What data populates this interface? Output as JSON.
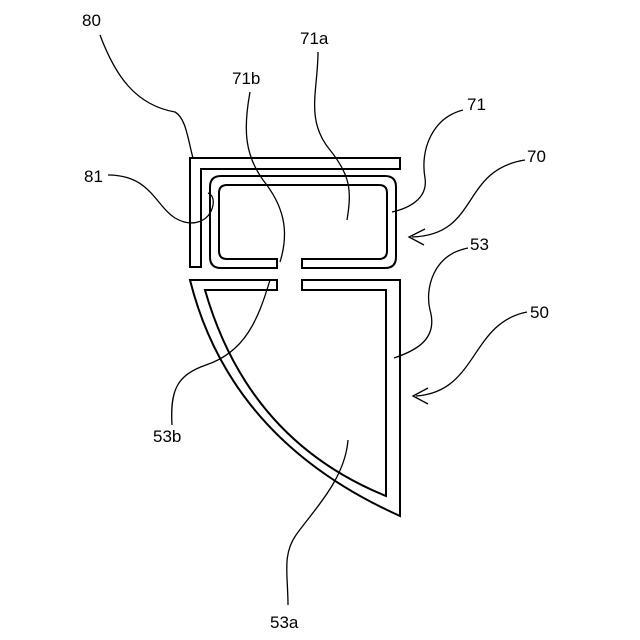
{
  "labels": {
    "l80": "80",
    "l71a": "71a",
    "l71b": "71b",
    "l71": "71",
    "l70": "70",
    "l81": "81",
    "l53": "53",
    "l50": "50",
    "l53b": "53b",
    "l53a": "53a"
  }
}
